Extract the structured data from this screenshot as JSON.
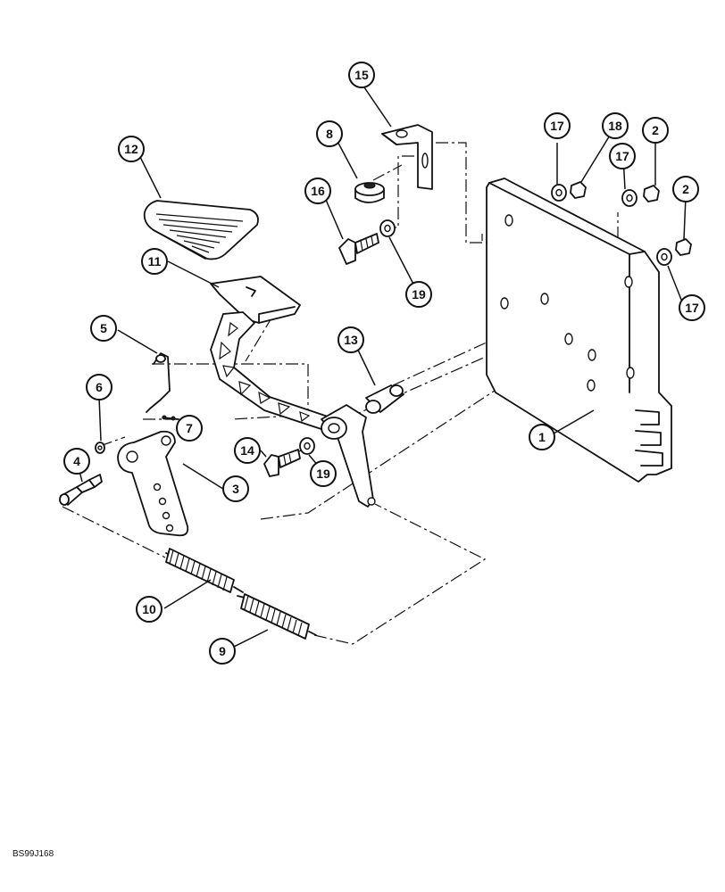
{
  "figure_code": "BS99J168",
  "callouts": [
    {
      "id": "c1",
      "label": "1"
    },
    {
      "id": "c2a",
      "label": "2"
    },
    {
      "id": "c2b",
      "label": "2"
    },
    {
      "id": "c3",
      "label": "3"
    },
    {
      "id": "c4",
      "label": "4"
    },
    {
      "id": "c5",
      "label": "5"
    },
    {
      "id": "c6",
      "label": "6"
    },
    {
      "id": "c7",
      "label": "7"
    },
    {
      "id": "c8",
      "label": "8"
    },
    {
      "id": "c9",
      "label": "9"
    },
    {
      "id": "c10",
      "label": "10"
    },
    {
      "id": "c11",
      "label": "11"
    },
    {
      "id": "c12",
      "label": "12"
    },
    {
      "id": "c13",
      "label": "13"
    },
    {
      "id": "c14",
      "label": "14"
    },
    {
      "id": "c15",
      "label": "15"
    },
    {
      "id": "c16",
      "label": "16"
    },
    {
      "id": "c17a",
      "label": "17"
    },
    {
      "id": "c17b",
      "label": "17"
    },
    {
      "id": "c17c",
      "label": "17"
    },
    {
      "id": "c18",
      "label": "18"
    },
    {
      "id": "c19a",
      "label": "19"
    },
    {
      "id": "c19b",
      "label": "19"
    }
  ]
}
